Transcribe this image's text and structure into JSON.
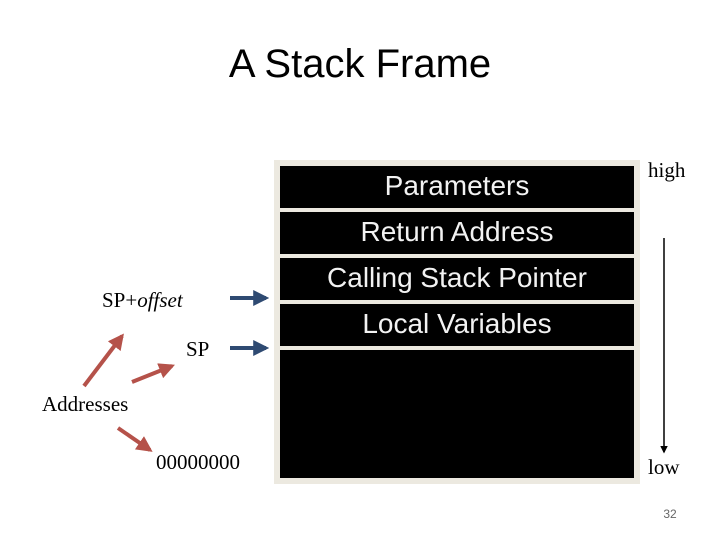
{
  "title": "A Stack Frame",
  "stack": {
    "frames": [
      "Parameters",
      "Return Address",
      "Calling Stack Pointer",
      "Local Variables"
    ]
  },
  "pointers": {
    "sp_prefix": "SP+",
    "offset_word": "offset",
    "sp": "SP"
  },
  "addresses_label": "Addresses",
  "zero_address": "00000000",
  "direction": {
    "high": "high",
    "low": "low"
  },
  "page_number": "32",
  "colors": {
    "stack_fill": "#000000",
    "stack_border": "#ece9e0",
    "pointer_arrow": "#2e4a72",
    "address_arrow": "#b5524a"
  }
}
